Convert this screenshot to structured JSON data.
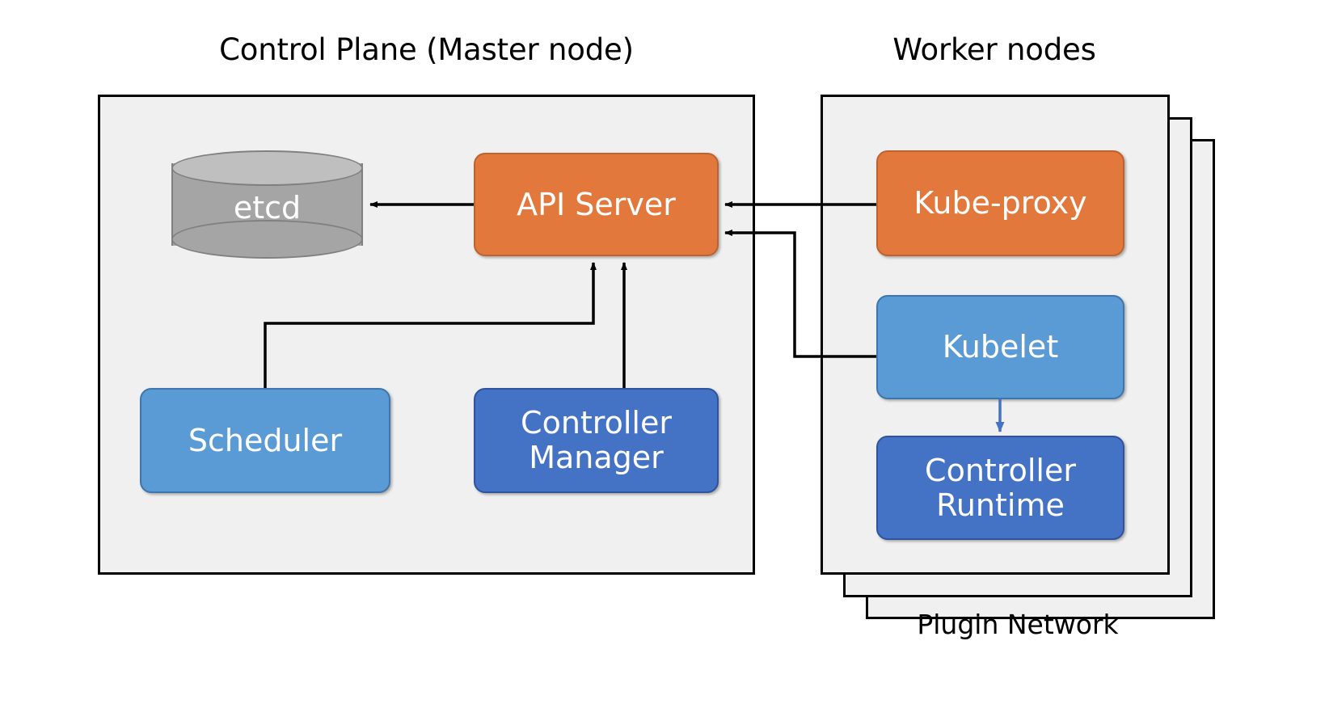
{
  "diagram": {
    "title_control_plane": "Control Plane (Master node)",
    "title_worker_nodes": "Worker nodes",
    "label_plugin_network": "Plugin Network",
    "control_plane": {
      "etcd": "etcd",
      "api_server": "API Server",
      "scheduler": "Scheduler",
      "controller_manager": "Controller\nManager",
      "controller_manager_line1": "Controller",
      "controller_manager_line2": "Manager"
    },
    "worker_node": {
      "kube_proxy": "Kube-proxy",
      "kubelet": "Kubelet",
      "controller_runtime_line1": "Controller",
      "controller_runtime_line2": "Runtime"
    },
    "colors": {
      "orange": "#E2783C",
      "orange_border": "#BE6230",
      "blue_light": "#5B9BD5",
      "blue_light_border": "#3C76AC",
      "blue_dark": "#4472C4",
      "blue_dark_border": "#2F539E",
      "cylinder_body": "#A5A5A5",
      "cylinder_top": "#BFBFBF",
      "cylinder_border": "#808080",
      "panel_fill": "#f0f0f0",
      "panel_border": "#000000",
      "connector_black": "#000000",
      "connector_blue": "#4472C4",
      "background": "#ffffff",
      "text_on_shape": "#ffffff",
      "text_plain": "#000000"
    },
    "connections": [
      {
        "name": "api-server-to-etcd",
        "from": "API Server",
        "to": "etcd",
        "color": "#000000"
      },
      {
        "name": "scheduler-to-api-server",
        "from": "Scheduler",
        "to": "API Server",
        "color": "#000000"
      },
      {
        "name": "controller-manager-to-api-server",
        "from": "Controller Manager",
        "to": "API Server",
        "color": "#000000"
      },
      {
        "name": "kube-proxy-to-api-server",
        "from": "Kube-proxy",
        "to": "API Server",
        "color": "#000000"
      },
      {
        "name": "kubelet-to-api-server",
        "from": "Kubelet",
        "to": "API Server",
        "color": "#000000"
      },
      {
        "name": "kubelet-to-controller-runtime",
        "from": "Kubelet",
        "to": "Controller Runtime",
        "color": "#4472C4"
      }
    ]
  }
}
